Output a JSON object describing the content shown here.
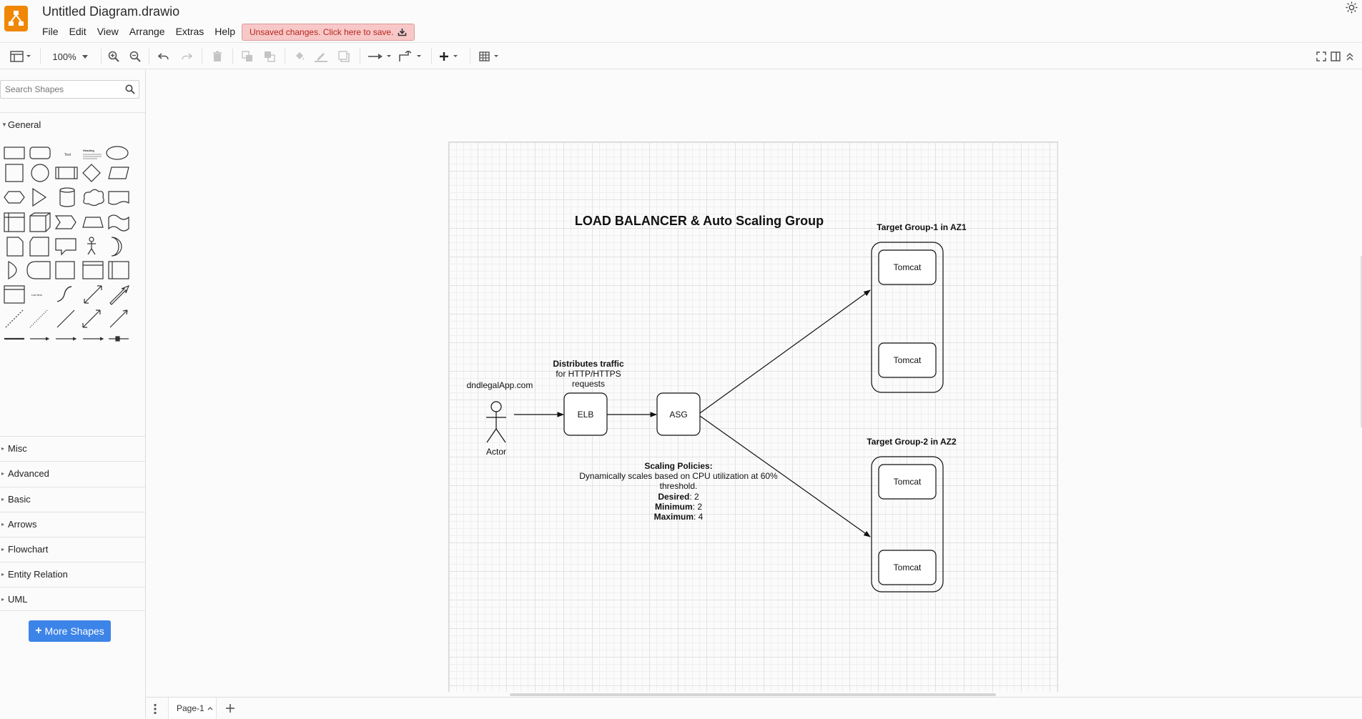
{
  "app": {
    "doc_title": "Untitled Diagram.drawio",
    "menu": [
      "File",
      "Edit",
      "View",
      "Arrange",
      "Extras",
      "Help"
    ],
    "unsaved_label": "Unsaved changes. Click here to save."
  },
  "toolbar": {
    "zoom": "100%"
  },
  "sidebar": {
    "search_placeholder": "Search Shapes",
    "general_label": "General",
    "sections": [
      "Misc",
      "Advanced",
      "Basic",
      "Arrows",
      "Flowchart",
      "Entity Relation",
      "UML"
    ],
    "more_shapes_label": "More Shapes",
    "shape_text_label": "Text",
    "shape_heading_label": "Heading",
    "shape_list_label": "List Item"
  },
  "diagram": {
    "title": "LOAD BALANCER & Auto Scaling Group",
    "actor_label": "Actor",
    "domain_label": "dndlegalApp.com",
    "elb_label": "ELB",
    "asg_label": "ASG",
    "traffic_note": [
      "Distributes traffic",
      "for HTTP/HTTPS",
      "requests"
    ],
    "scaling": {
      "heading": "Scaling Policies:",
      "line1": "Dynamically scales based on CPU utilization at 60%",
      "line2": "threshold.",
      "desired_label": "Desired",
      "desired_value": ": 2",
      "minimum_label": "Minimum",
      "minimum_value": ": 2",
      "maximum_label": "Maximum",
      "maximum_value": ": 4"
    },
    "group1_title": "Target Group-1 in AZ1",
    "group2_title": "Target Group-2 in AZ2",
    "instances": [
      "Tomcat",
      "Tomcat",
      "Tomcat",
      "Tomcat"
    ]
  },
  "footer": {
    "page_tab": "Page-1"
  },
  "colors": {
    "brand": "#f08705",
    "more_shapes": "#3d84e8",
    "unsaved_bg": "#f8c8c8",
    "unsaved_text": "#b3261e"
  }
}
